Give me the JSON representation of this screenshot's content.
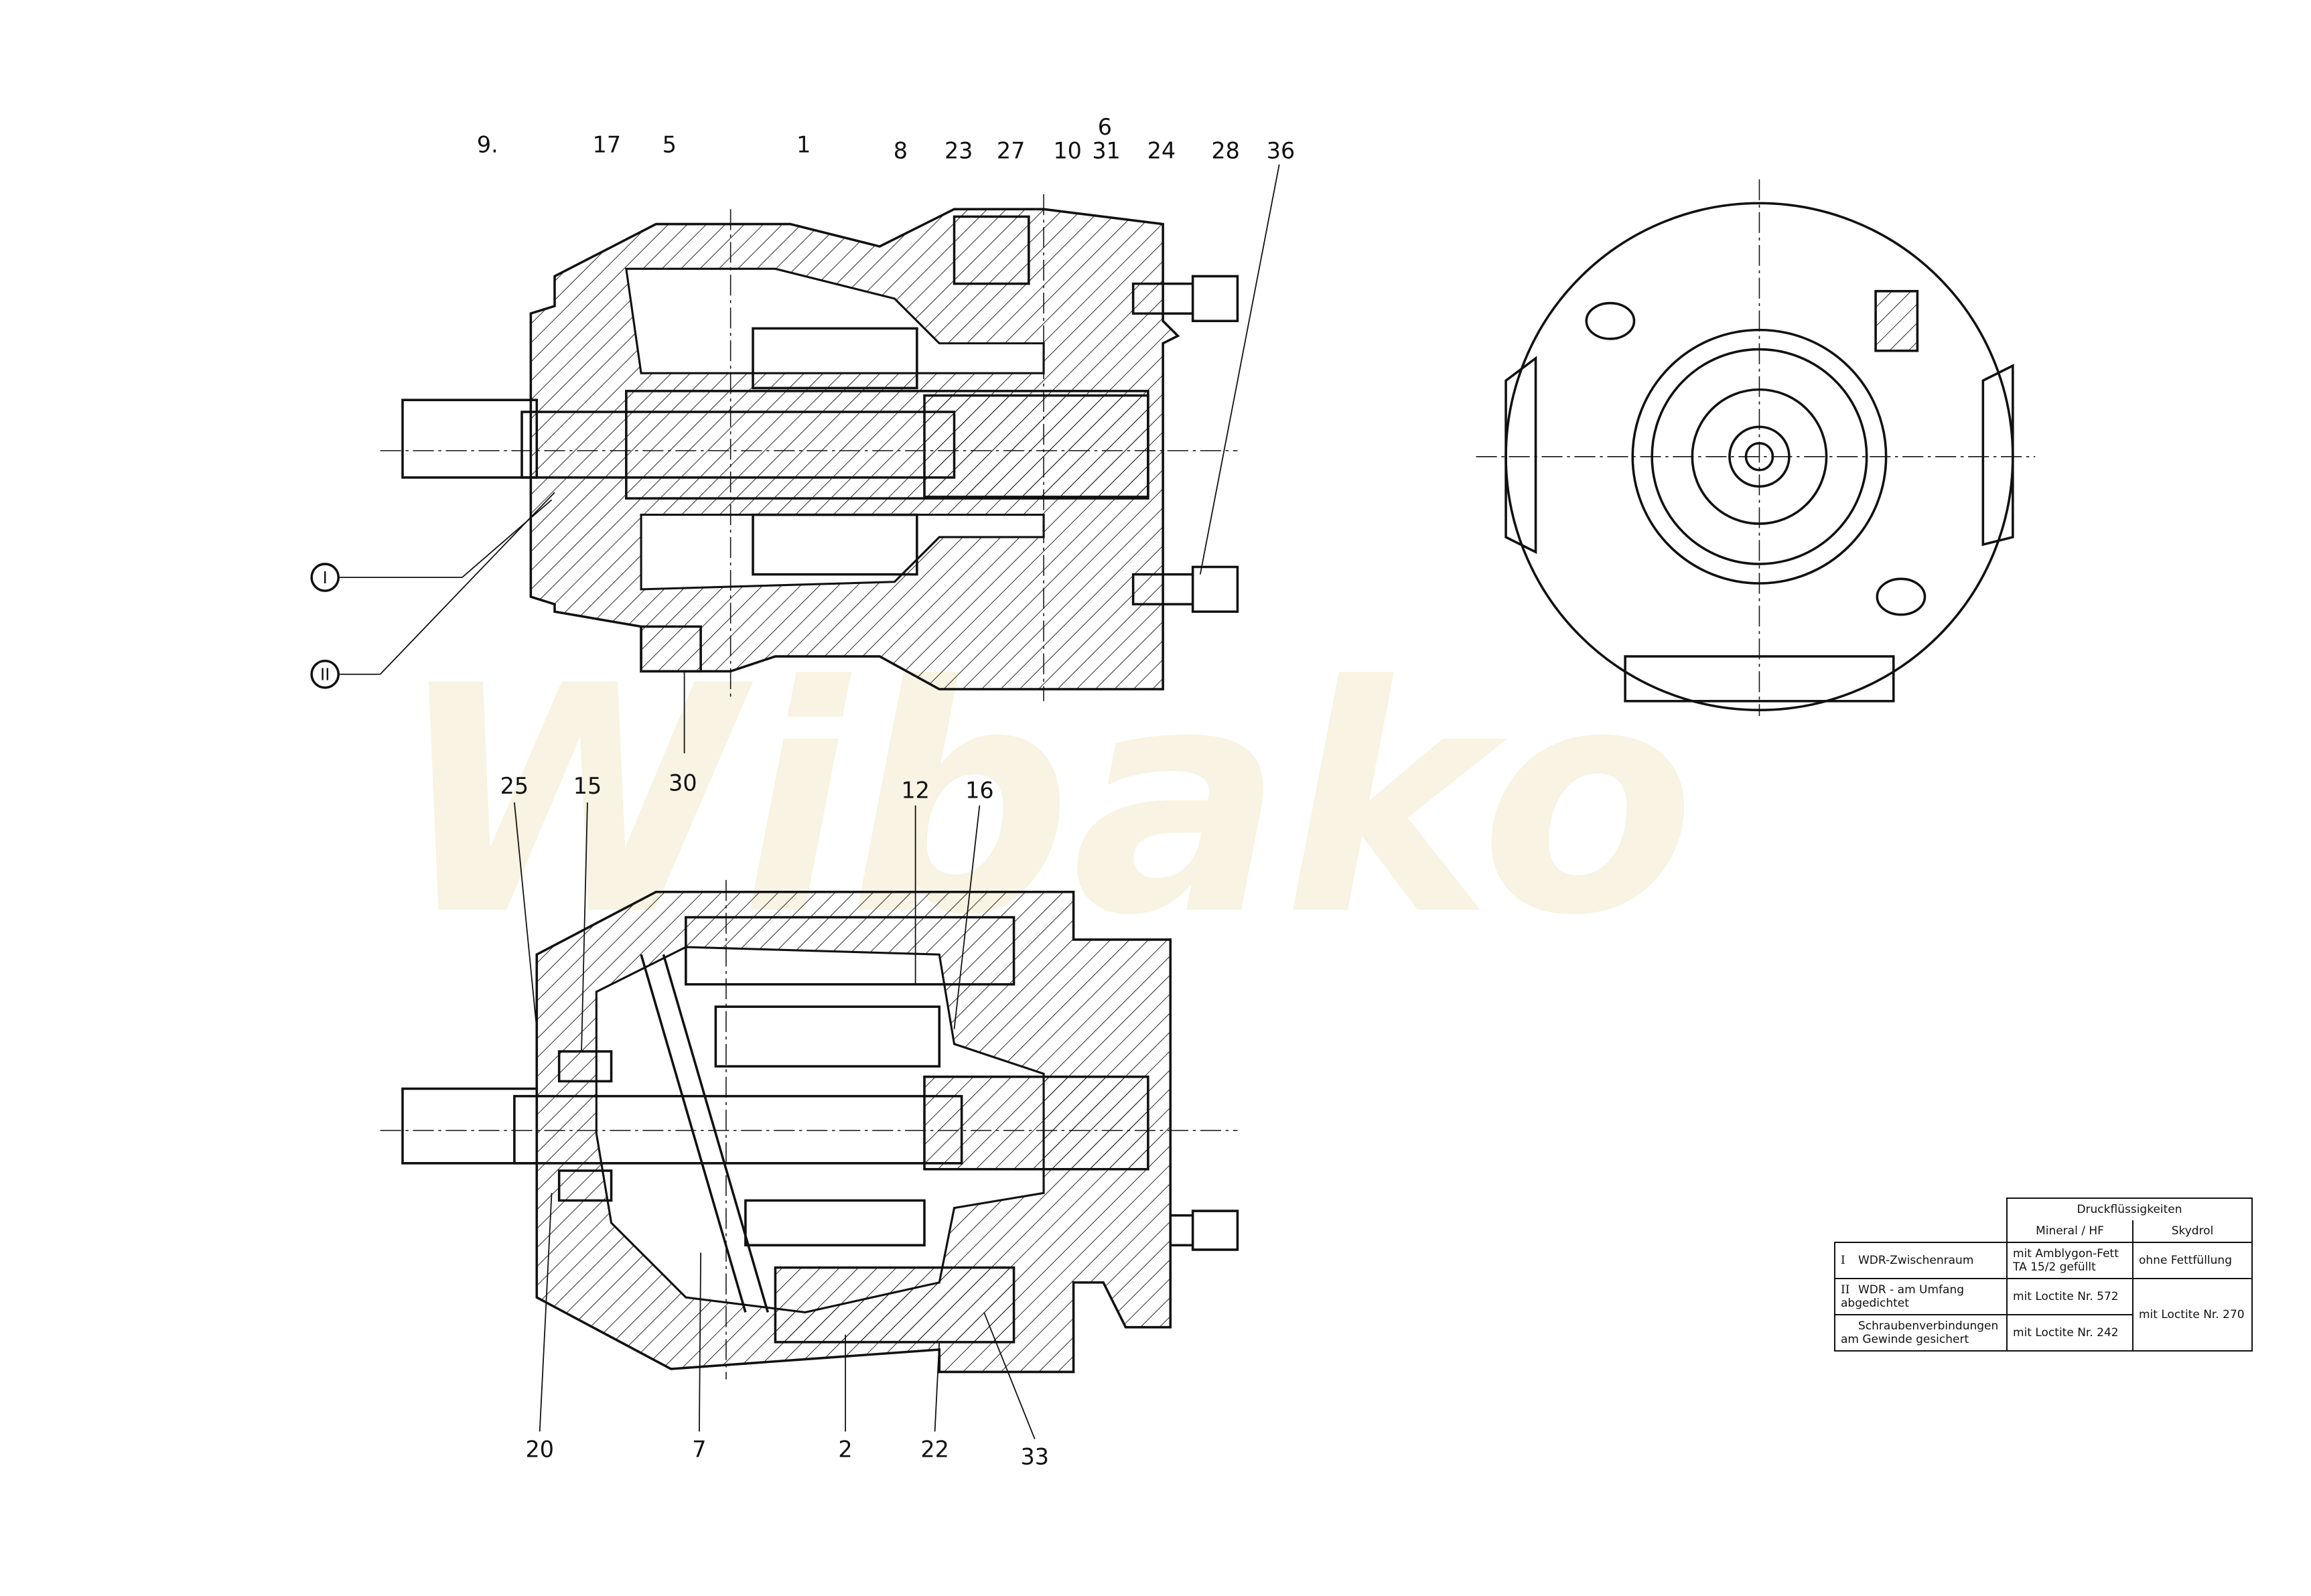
{
  "watermark": "Wibako",
  "callouts_top": [
    "9.",
    "17",
    "5",
    "1",
    "8",
    "23",
    "27",
    "10",
    "6",
    "31",
    "24",
    "28",
    "36",
    "30"
  ],
  "callouts_bottom": [
    "25",
    "15",
    "12",
    "16",
    "20",
    "7",
    "2",
    "22",
    "33"
  ],
  "roman_markers": [
    "I",
    "II"
  ],
  "legend_table": {
    "header": "Druckflüssigkeiten",
    "col1": "Mineral / HF",
    "col2": "Skydrol",
    "rows": [
      {
        "num": "I",
        "label": "WDR-Zwischenraum",
        "mineral": "mit Amblygon-Fett TA 15/2 gefüllt",
        "skydrol": "ohne Fettfüllung"
      },
      {
        "num": "II",
        "label": "WDR - am Umfang abgedichtet",
        "mineral": "mit Loctite Nr. 572"
      },
      {
        "num": "",
        "label": "Schraubenverbindungen am Gewinde gesichert",
        "mineral": "mit Loctite Nr. 242"
      }
    ],
    "skydrol_merged": "mit Loctite Nr. 270"
  }
}
